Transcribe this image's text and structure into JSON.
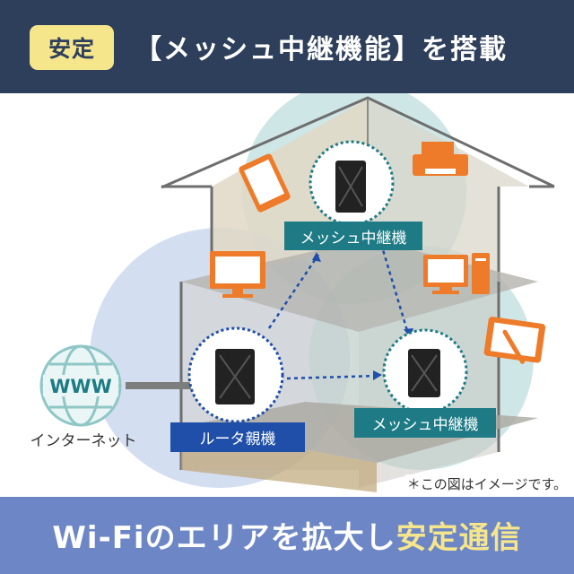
{
  "header": {
    "badge": "安定",
    "title": "【メッシュ中継機能】を搭載"
  },
  "scene": {
    "labels": {
      "mesh_upper": "メッシュ中継機",
      "router": "ルータ親機",
      "mesh_lower": "メッシュ中継機",
      "internet": "インターネット",
      "www": "WWW"
    },
    "note": "＊この図はイメージです。"
  },
  "footer": {
    "main": "Wi-Fiのエリアを拡大し",
    "accent": "安定通信"
  },
  "colors": {
    "navy": "#2e3f5c",
    "badge_yellow": "#f5e68c",
    "footer_blue": "#6d86c6",
    "label_teal": "#1e7b85",
    "label_blue": "#1f4fa8",
    "device_orange": "#ee7b2a"
  },
  "icons": [
    "tablet-icon",
    "printer-icon",
    "monitor-icon",
    "desktop-pc-icon",
    "pen-tablet-icon",
    "globe-icon",
    "router-icon"
  ]
}
